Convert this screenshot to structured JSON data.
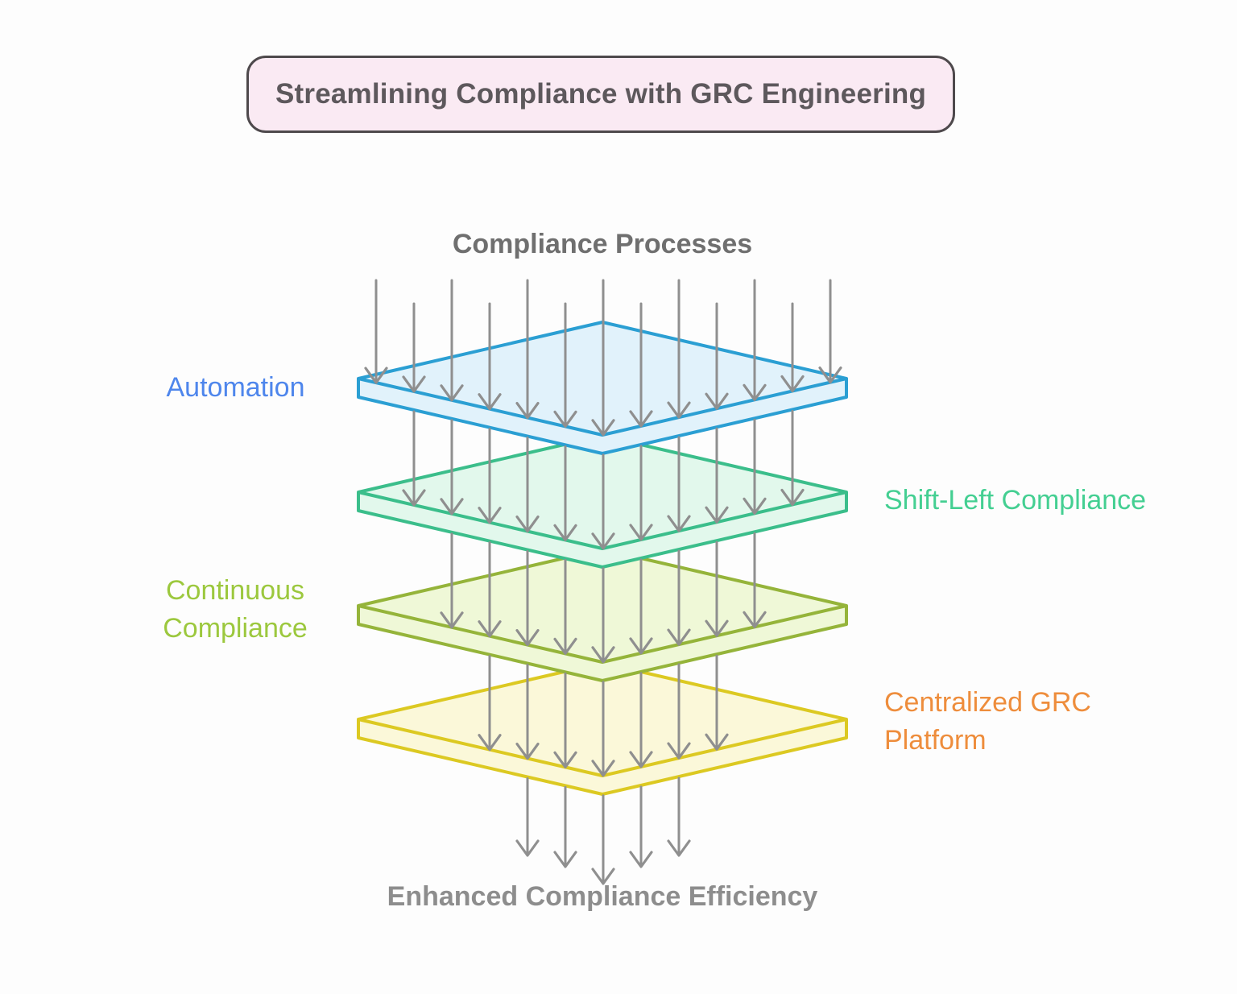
{
  "title": "Streamlining Compliance with GRC Engineering",
  "flow": {
    "input_label": "Compliance Processes",
    "output_label": "Enhanced Compliance Efficiency"
  },
  "layers": [
    {
      "label": "Automation",
      "side": "left",
      "label_color": "#4e86ec",
      "stroke": "#2b9fd3",
      "fill": "#e1f2fb"
    },
    {
      "label": "Shift-Left Compliance",
      "side": "right",
      "label_color": "#44cf92",
      "stroke": "#3bbe8b",
      "fill": "#e2f8ec"
    },
    {
      "label": "Continuous Compliance",
      "side": "left",
      "label_color": "#9cc83e",
      "stroke": "#95b43a",
      "fill": "#eff8d7"
    },
    {
      "label": "Centralized GRC Platform",
      "side": "right",
      "label_color": "#ee8d3c",
      "stroke": "#dcc922",
      "fill": "#fbf8d9"
    }
  ],
  "arrows": {
    "color": "#8f8f8f",
    "top_count": 13,
    "between_counts": [
      11,
      9,
      7
    ],
    "bottom_count": 5
  },
  "styles": {
    "background": "#fdfdfd",
    "title_fill": "#faeaf3",
    "title_border": "#4e494c",
    "title_text": "#5d585c",
    "input_label_color": "#6f6f6f",
    "output_label_color": "#8d8d8d"
  }
}
